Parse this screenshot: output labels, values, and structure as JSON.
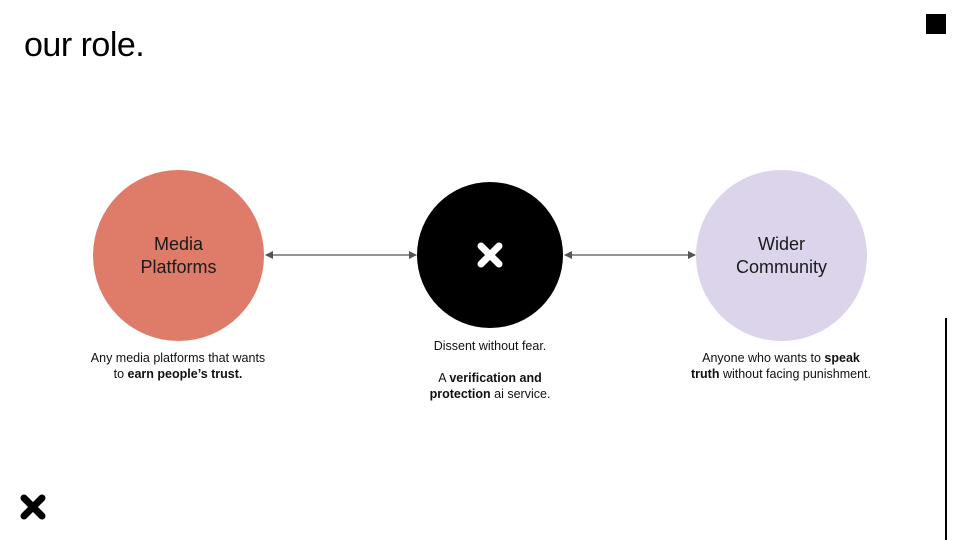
{
  "slide": {
    "title": "our role."
  },
  "colors": {
    "media": "#de7c69",
    "center": "#000000",
    "community": "#dbd4ea",
    "arrow": "#555555"
  },
  "icons": {
    "center": "x-mark-icon",
    "logo": "x-mark-icon"
  },
  "nodes": {
    "media": {
      "label_line1": "Media",
      "label_line2": "Platforms",
      "desc_line1": "Any media platforms that wants",
      "desc_line2_pre": "to ",
      "desc_line2_bold": "earn people’s trust."
    },
    "center": {
      "desc_line1": "Dissent without fear.",
      "desc_line2_pre": "A ",
      "desc_line2_bold": "verification  and",
      "desc_line3_bold": "protection",
      "desc_line3_post": " ai service."
    },
    "community": {
      "label_line1": "Wider",
      "label_line2": "Community",
      "desc_line1_pre": "Anyone who wants to ",
      "desc_line1_bold": "speak",
      "desc_line2_bold": "truth",
      "desc_line2_post": " without facing punishment."
    }
  }
}
